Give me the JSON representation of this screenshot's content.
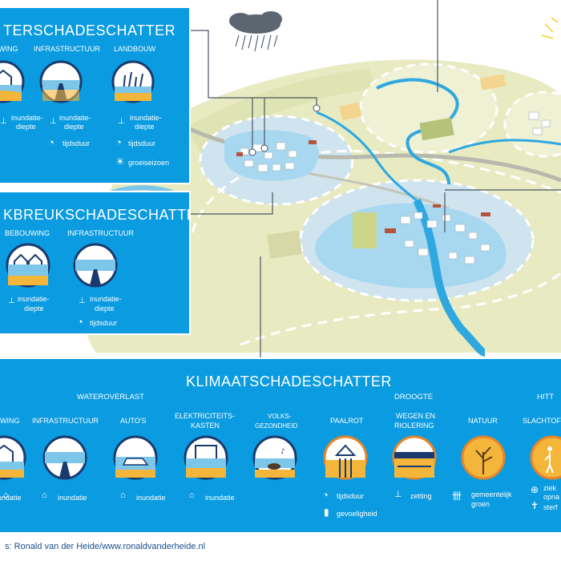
{
  "panel1": {
    "title": "TERSCHADESCHATTER",
    "categories": [
      "WING",
      "INFRASTRUCTUUR",
      "LANDBOUW"
    ],
    "notes": {
      "inundatie_a": "inundatie-",
      "diepte_a": "diepte",
      "inundatie_b": "inundatie-",
      "diepte_b": "diepte",
      "inundatie_c": "inundatie-",
      "diepte_c": "diepte",
      "tijdsduur_b": "tijdsduur",
      "tijdsduur_c": "tijdsduur",
      "groeiseizoen": "groeiseizoen"
    }
  },
  "panel2": {
    "title": "KBREUKSCHADESCHATTER",
    "categories": [
      "BEBOUWING",
      "INFRASTRUCTUUR"
    ],
    "notes": {
      "inundatie_a": "inundatie-",
      "diepte_a": "diepte",
      "inundatie_b": "inundatie-",
      "diepte_b": "diepte",
      "tijdsduur_b": "tijdsduur"
    }
  },
  "panel3": {
    "title": "KLIMAATSCHADESCHATTER",
    "groups": [
      "WATEROVERLAST",
      "DROOGTE",
      "HITT"
    ],
    "categories": [
      "WING",
      "INFRASTRUCTUUR",
      "AUTO'S",
      "ELEKTRICITEITS-",
      "KASTEN",
      "VOLKS-",
      "GEZONDHEID",
      "PAALROT",
      "WEGEN EN",
      "RIOLERING",
      "NATUUR",
      "SLACHTOF"
    ],
    "notes": {
      "inundatie_1": "inundatie",
      "inundatie_2": "inundatie",
      "inundatie_3": "inundatie",
      "inundatie_4": "inundatie",
      "tijdsduur": "tijdsduur",
      "gevoeligheid": "gevoeligheid",
      "zetting": "zetting",
      "gemeentelijk": "gemeentelijk",
      "groen": "groen",
      "ziek": "ziek",
      "opna": "opna",
      "sterf": "sterf"
    }
  },
  "credit": "s: Ronald van der Heide/www.ronaldvanderheide.nl",
  "colors": {
    "panel_blue": "#0a9be0",
    "land_green": "#e8ebc2",
    "water_blue": "#7cc6ea",
    "river_blue": "#2fa8e0",
    "orange_ring": "#e8852a",
    "yellow_sun": "#f5d21b"
  }
}
